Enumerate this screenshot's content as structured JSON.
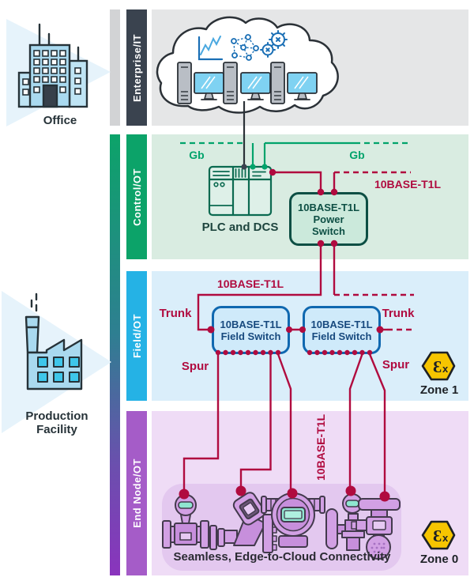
{
  "colors": {
    "accent_red": "#b00b3f",
    "green": "#00a36b",
    "enterprise_bar": "#3a434f",
    "control_bar": "#0ca369",
    "field_bar": "#25b2e5",
    "endnode_bar": "#a55cc8",
    "zone_yellow": "#f6c500"
  },
  "left_panel": {
    "office_label": "Office",
    "production_label_line1": "Production",
    "production_label_line2": "Facility",
    "office_icon": "office-building-icon",
    "production_icon": "factory-icon"
  },
  "bands": [
    {
      "label": "Enterprise/IT"
    },
    {
      "label": "Control/OT"
    },
    {
      "label": "Field/OT"
    },
    {
      "label": "End Node/OT"
    }
  ],
  "enterprise": {
    "cloud_icons": [
      "line-chart-icon",
      "network-graph-icon",
      "gears-icon",
      "server-icon",
      "monitor-icon"
    ]
  },
  "control": {
    "gb_left": "Gb",
    "gb_right": "Gb",
    "plc_label": "PLC and DCS",
    "t1l_label": "10BASE-T1L",
    "power_switch": {
      "line1": "10BASE-T1L",
      "line2": "Power",
      "line3": "Switch"
    }
  },
  "field": {
    "t1l_label": "10BASE-T1L",
    "trunk_left": "Trunk",
    "trunk_right": "Trunk",
    "spur_left": "Spur",
    "spur_right": "Spur",
    "switch1": {
      "line1": "10BASE-T1L",
      "line2": "Field Switch"
    },
    "switch2": {
      "line1": "10BASE-T1L",
      "line2": "Field Switch"
    },
    "zone1": {
      "symbol_e": "Ɛ",
      "symbol_x": "x",
      "label": "Zone 1"
    }
  },
  "endnode": {
    "t1l_vertical": "10BASE-T1L",
    "caption": "Seamless, Edge-to-Cloud Connectivity",
    "zone0": {
      "symbol_e": "Ɛ",
      "symbol_x": "x",
      "label": "Zone 0"
    },
    "instruments": [
      "flow-meter",
      "valve-positioner",
      "pressure-transmitter",
      "level-transmitter",
      "control-valve"
    ]
  }
}
